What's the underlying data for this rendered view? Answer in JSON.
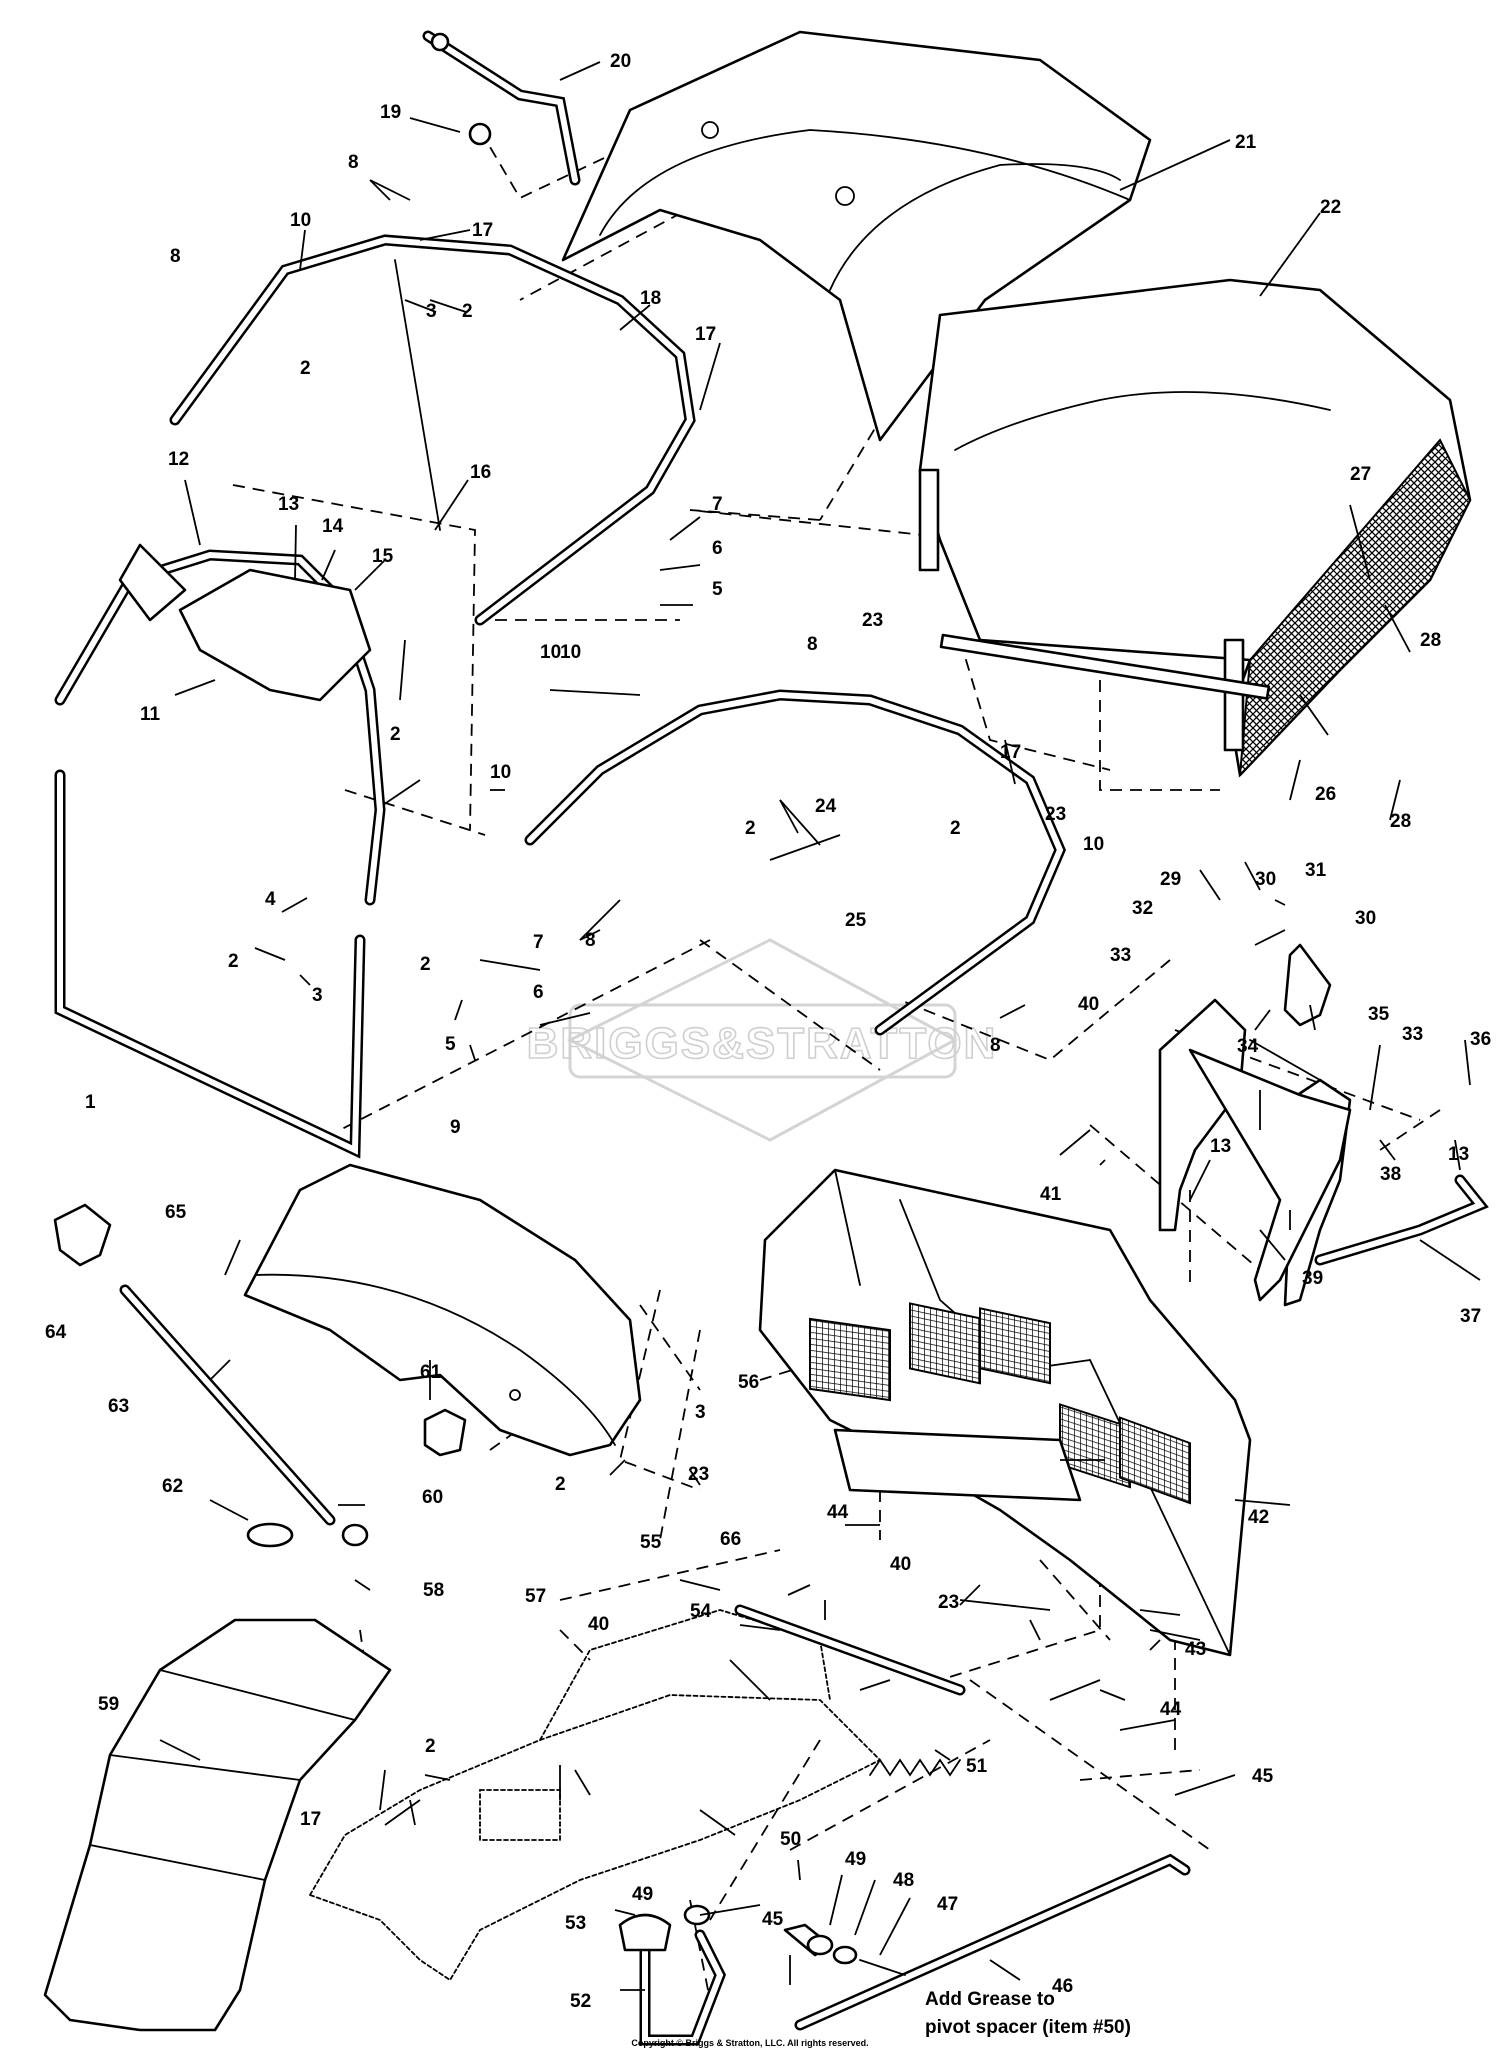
{
  "watermark": "BRIGGS&STRATTON",
  "note": [
    "Add Grease to",
    "pivot spacer (item #50)"
  ],
  "copyright": "Copyright © Briggs & Stratton, LLC. All rights reserved.",
  "callouts": [
    "20",
    "19",
    "8",
    "10",
    "17",
    "2",
    "3",
    "21",
    "22",
    "18",
    "12",
    "13",
    "14",
    "15",
    "16",
    "7",
    "6",
    "5",
    "11",
    "23",
    "27",
    "28",
    "24",
    "26",
    "4",
    "9",
    "1",
    "29",
    "30",
    "31",
    "32",
    "33",
    "40",
    "35",
    "36",
    "34",
    "38",
    "39",
    "37",
    "41",
    "65",
    "64",
    "63",
    "61",
    "56",
    "62",
    "60",
    "66",
    "44",
    "42",
    "55",
    "54",
    "43",
    "58",
    "57",
    "59",
    "51",
    "45",
    "50",
    "49",
    "48",
    "47",
    "53",
    "46",
    "52",
    "25"
  ]
}
